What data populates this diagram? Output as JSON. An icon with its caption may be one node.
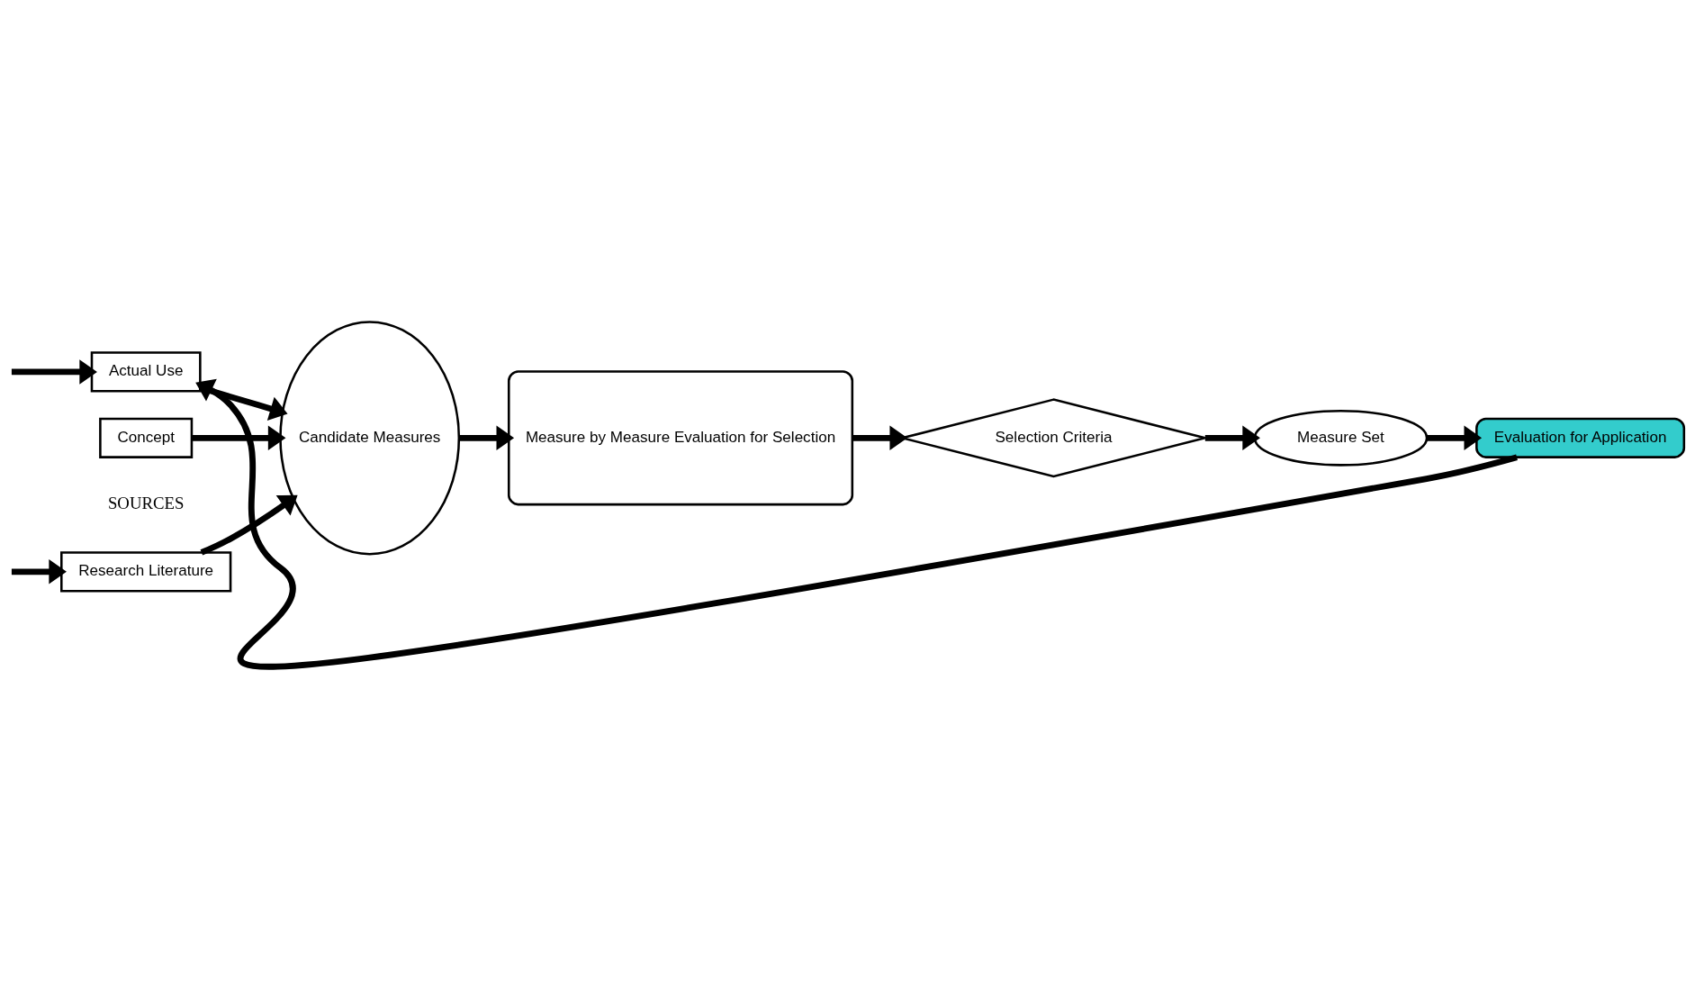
{
  "diagram": {
    "nodes": [
      {
        "text": [
          "Research Literature"
        ]
      },
      {
        "text": [
          "Actual Use"
        ]
      },
      {
        "text": [
          "Concept"
        ]
      },
      {
        "text": [
          "Candidate Measures"
        ]
      },
      {
        "text": [
          "Measure by Measure Evaluation for Selection"
        ]
      },
      {
        "text": [
          "Selection Criteria"
        ]
      },
      {
        "text": [
          "Measure Set"
        ]
      },
      {
        "text": [
          "Evaluation for Application"
        ]
      }
    ],
    "edges": [
      {
        "from": null,
        "to": 0,
        "arrow": "to"
      },
      {
        "from": null,
        "to": 1,
        "arrow": "to"
      },
      {
        "from": 7,
        "to": 1,
        "arrow": "to"
      },
      {
        "from": 0,
        "to": 3,
        "arrow": "to"
      },
      {
        "from": 1,
        "to": 3,
        "arrow": "to"
      },
      {
        "from": 2,
        "to": 3,
        "arrow": "to"
      },
      {
        "from": 3,
        "to": 4,
        "arrow": "to"
      },
      {
        "from": 4,
        "to": 5,
        "arrow": "to"
      },
      {
        "from": 5,
        "to": 6,
        "arrow": "to"
      },
      {
        "from": 6,
        "to": 7,
        "arrow": "to"
      }
    ],
    "labels": [
      "SOURCES"
    ]
  }
}
